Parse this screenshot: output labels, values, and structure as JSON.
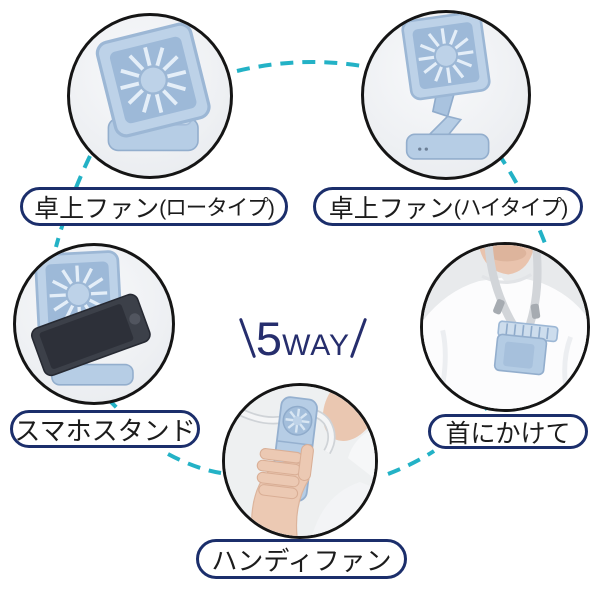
{
  "banner": {
    "number": "5",
    "word": "WAY"
  },
  "labels": [
    {
      "text": "卓上ファン",
      "suffix": "(ロータイプ)"
    },
    {
      "text": "卓上ファン",
      "suffix": "(ハイタイプ)"
    },
    {
      "text": "スマホスタンド",
      "suffix": ""
    },
    {
      "text": "首にかけて",
      "suffix": ""
    },
    {
      "text": "ハンディファン",
      "suffix": ""
    }
  ],
  "photos": [
    {
      "name": "desktop-fan-low-photo"
    },
    {
      "name": "desktop-fan-high-photo"
    },
    {
      "name": "smartphone-stand-photo"
    },
    {
      "name": "neck-hanging-photo"
    },
    {
      "name": "handheld-fan-photo"
    }
  ],
  "colors": {
    "accent_teal": "#23b2c6",
    "navy": "#262e6d",
    "label_border": "#1b2e6b",
    "circle_border": "#151515",
    "fan_blue": "#b6cde5",
    "ink": "#1c1c1c"
  }
}
